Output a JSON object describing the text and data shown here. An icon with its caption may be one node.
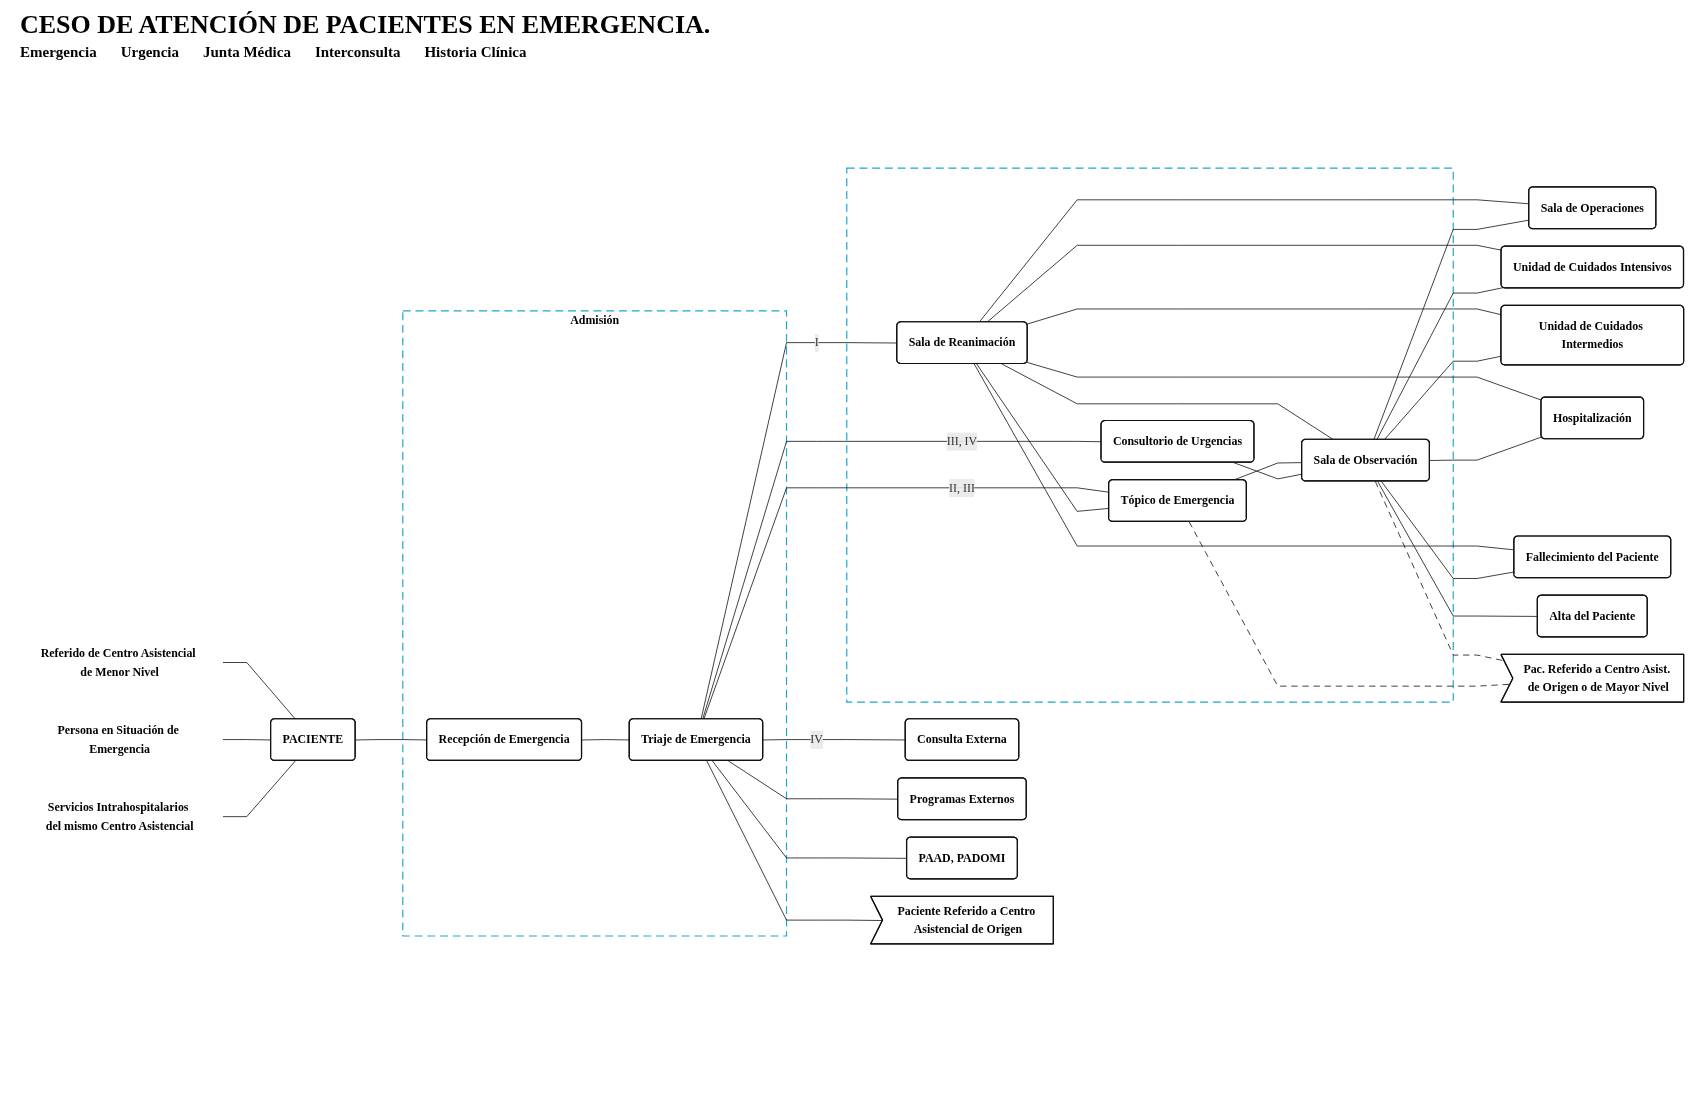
{
  "diagram": {
    "title": "CESO DE ATENCIÓN DE PACIENTES EN EMERGENCIA.",
    "nodes": [
      {
        "text": [
          "Referido de Centro Asistencial de Menor Nivel"
        ]
      },
      {
        "text": [
          "Persona en Situación de Emergencia"
        ]
      },
      {
        "text": [
          "Servicios Intrahospitalarios del mismo Centro Asistencial"
        ]
      },
      {
        "text": [
          "PACIENTE"
        ]
      },
      {
        "text": [
          "Admisión"
        ]
      },
      {
        "text": [
          "Recepción de Emergencia"
        ],
        "in": 4
      },
      {
        "text": [
          "Triaje de Emergencia"
        ],
        "in": 4
      },
      {
        "text": [],
        "shape": "box"
      },
      {
        "text": [
          "Sala de Reanimación"
        ],
        "in": 7
      },
      {
        "text": [
          "Sala de Observación"
        ],
        "in": 7
      },
      {
        "text": [
          "Tópico de Emergencia"
        ],
        "in": 7
      },
      {
        "text": [
          "Consultorio de Urgencias"
        ],
        "in": 7
      },
      {
        "text": [
          "Alta del Paciente"
        ]
      },
      {
        "text": [
          "Sala de Operaciones"
        ]
      },
      {
        "text": [
          "Unidad de Cuidados Intensivos"
        ]
      },
      {
        "text": [
          "Unidad de Cuidados Intermedios"
        ]
      },
      {
        "text": [
          "Hospitalización"
        ]
      },
      {
        "text": [
          "Fallecimiento del Paciente"
        ]
      },
      {
        "text": [
          "Pac. Referido a Centro Asist. de Origen o de Mayor Nivel"
        ]
      },
      {
        "text": [
          "Consulta Externa"
        ]
      },
      {
        "text": [
          "Programas Externos"
        ]
      },
      {
        "text": [
          "PAAD, PADOMI"
        ]
      },
      {
        "text": [
          "Paciente Referido a Centro Asistencial de Origen"
        ]
      }
    ],
    "edges": [
      {
        "from": 0,
        "to": 3,
        "arrow": "none"
      },
      {
        "from": 1,
        "to": 3,
        "arrow": "none"
      },
      {
        "from": 2,
        "to": 3,
        "arrow": "none"
      },
      {
        "from": 3,
        "to": 5,
        "arrow": "none"
      },
      {
        "from": 5,
        "to": 6,
        "arrow": "none"
      },
      {
        "from": 6,
        "to": 8,
        "arrow": "none",
        "label": "I"
      },
      {
        "from": 6,
        "to": 10,
        "arrow": "none",
        "label": "II, III"
      },
      {
        "from": 6,
        "to": 11,
        "arrow": "none",
        "label": "III, IV"
      },
      {
        "from": 6,
        "to": 19,
        "arrow": "none",
        "label": "IV"
      },
      {
        "from": 6,
        "to": 20,
        "arrow": "none"
      },
      {
        "from": 6,
        "to": 21,
        "arrow": "none"
      },
      {
        "from": 6,
        "to": 22,
        "arrow": "none"
      },
      {
        "from": 8,
        "to": 10,
        "arrow": "none"
      },
      {
        "from": 8,
        "to": 9,
        "arrow": "none"
      },
      {
        "from": 8,
        "to": 13,
        "arrow": "none"
      },
      {
        "from": 8,
        "to": 14,
        "arrow": "none"
      },
      {
        "from": 8,
        "to": 15,
        "arrow": "none"
      },
      {
        "from": 8,
        "to": 16,
        "arrow": "none"
      },
      {
        "from": 8,
        "to": 17,
        "arrow": "none"
      },
      {
        "from": 9,
        "to": 13,
        "arrow": "none"
      },
      {
        "from": 9,
        "to": 14,
        "arrow": "none"
      },
      {
        "from": 9,
        "to": 15,
        "arrow": "none"
      },
      {
        "from": 9,
        "to": 16,
        "arrow": "none"
      },
      {
        "from": 9,
        "to": 17,
        "arrow": "none"
      },
      {
        "from": 9,
        "to": 12,
        "arrow": "none"
      },
      {
        "from": 10,
        "to": 9,
        "arrow": "none"
      },
      {
        "from": 11,
        "to": 9,
        "arrow": "none"
      },
      {
        "from": 9,
        "to": 18,
        "arrow": "none",
        "style": "dashed"
      },
      {
        "from": 10,
        "to": 18,
        "arrow": "none",
        "style": "dashed"
      }
    ],
    "labels": [
      "Emergencia",
      "Urgencia",
      "Junta Médica",
      "Interconsulta",
      "Historia Clínica"
    ]
  }
}
